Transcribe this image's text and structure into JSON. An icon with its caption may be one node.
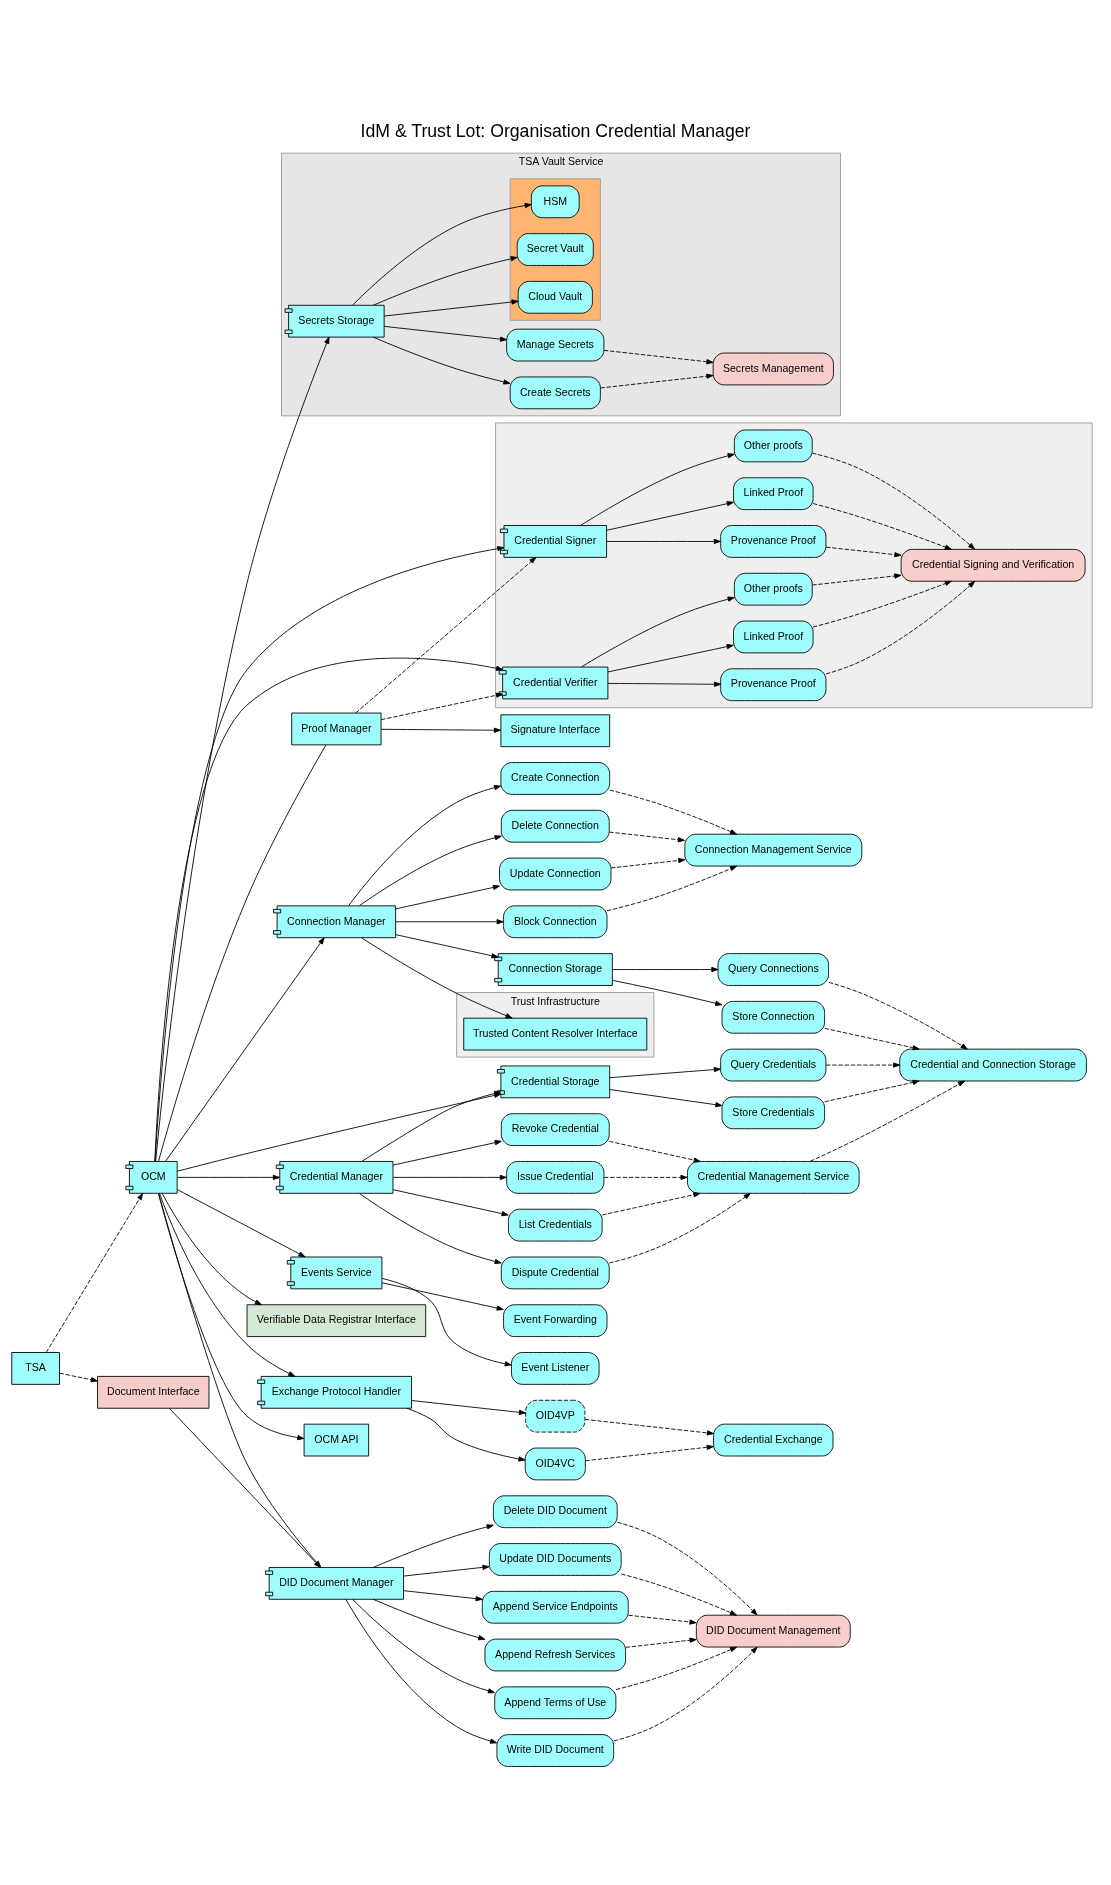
{
  "diagram": {
    "title": "IdM & Trust Lot: Organisation Credential Manager",
    "nodes": [
      {
        "text": [],
        "shape": "box"
      },
      {
        "text": [
          "Credential Signer"
        ],
        "in": 0
      },
      {
        "text": [
          "Provenance Proof"
        ],
        "in": 0
      },
      {
        "text": [
          "Linked Proof"
        ],
        "in": 0
      },
      {
        "text": [
          "Other proofs"
        ],
        "in": 0
      },
      {
        "text": [
          "Credential Verifier"
        ],
        "in": 0
      },
      {
        "text": [
          "Provenance Proof"
        ],
        "in": 0
      },
      {
        "text": [
          "Linked Proof"
        ],
        "in": 0
      },
      {
        "text": [
          "Other proofs"
        ],
        "in": 0
      },
      {
        "text": [
          "Credential Signing and Verification"
        ],
        "in": 0
      },
      {
        "text": [
          "Trust Infrastructure"
        ]
      },
      {
        "text": [
          "Trusted Content Resolver Interface"
        ],
        "in": 10
      },
      {
        "text": [
          "Signature Interface"
        ]
      },
      {
        "text": [
          "Proof Manager"
        ]
      },
      {
        "text": [
          "Connection Manager"
        ]
      },
      {
        "text": [
          "Create Connection"
        ]
      },
      {
        "text": [
          "Delete Connection"
        ]
      },
      {
        "text": [
          "Update Connection"
        ]
      },
      {
        "text": [
          "Block Connection"
        ]
      },
      {
        "text": [
          "Connection Management Service"
        ]
      },
      {
        "text": [
          "Connection Storage"
        ]
      },
      {
        "text": [
          "Store Connection"
        ]
      },
      {
        "text": [
          "Query Connections"
        ]
      },
      {
        "text": [
          "Events Service"
        ]
      },
      {
        "text": [
          "Event Listener"
        ]
      },
      {
        "text": [
          "Event Forwarding"
        ]
      },
      {
        "text": [
          "DID Document Manager"
        ]
      },
      {
        "text": [
          "Append Refresh Services"
        ]
      },
      {
        "text": [
          "Append Terms of Use"
        ]
      },
      {
        "text": [
          "Write DID Document"
        ]
      },
      {
        "text": [
          "Delete DID Document"
        ]
      },
      {
        "text": [
          "Update DID Documents"
        ]
      },
      {
        "text": [
          "Append Service Endpoints"
        ]
      },
      {
        "text": [
          "DID Document Management"
        ]
      },
      {
        "text": [
          "Document Interface"
        ]
      },
      {
        "text": [
          "TSA"
        ]
      },
      {
        "text": [
          "Verifiable Data Registrar Interface"
        ]
      },
      {
        "text": [
          "Exchange Protocol Handler"
        ]
      },
      {
        "text": [
          "OID4VC"
        ]
      },
      {
        "text": [
          "OID4VP"
        ]
      },
      {
        "text": [
          "Credential Exchange"
        ]
      },
      {
        "text": [
          "OCM"
        ]
      },
      {
        "text": [
          "OCM API"
        ]
      },
      {
        "text": [
          "Credential Storage"
        ]
      },
      {
        "text": [
          "Store Credentials"
        ]
      },
      {
        "text": [
          "Query Credentials"
        ]
      },
      {
        "text": [
          "Credential and Connection Storage"
        ]
      },
      {
        "text": [
          "TSA Vault Service"
        ]
      },
      {
        "text": [
          "Secrets Storage"
        ],
        "in": 47
      },
      {
        "text": [
          "Create Secrets"
        ],
        "in": 47
      },
      {
        "text": [
          "Manage Secrets"
        ],
        "in": 47
      },
      {
        "text": [
          "Secrets Management"
        ],
        "in": 47
      },
      {
        "text": [],
        "shape": "box",
        "in": 47
      },
      {
        "text": [
          "HSM"
        ],
        "in": 52
      },
      {
        "text": [
          "Secret Vault"
        ],
        "in": 52
      },
      {
        "text": [
          "Cloud Vault"
        ],
        "in": 52
      },
      {
        "text": [
          "Credential Manager"
        ]
      },
      {
        "text": [
          "Dispute Credential"
        ]
      },
      {
        "text": [
          "Revoke Credential"
        ]
      },
      {
        "text": [
          "Issue Credential"
        ]
      },
      {
        "text": [
          "List Credentials"
        ]
      },
      {
        "text": [
          "Credential Management Service"
        ]
      }
    ],
    "edges": [
      {
        "from": 1,
        "to": 2,
        "arrow": "to"
      },
      {
        "from": 1,
        "to": 3,
        "arrow": "to"
      },
      {
        "from": 1,
        "to": 4,
        "arrow": "to"
      },
      {
        "from": 5,
        "to": 6,
        "arrow": "to"
      },
      {
        "from": 5,
        "to": 7,
        "arrow": "to"
      },
      {
        "from": 5,
        "to": 8,
        "arrow": "to"
      },
      {
        "from": 2,
        "to": 9,
        "arrow": "to",
        "style": "dashed"
      },
      {
        "from": 3,
        "to": 9,
        "arrow": "to",
        "style": "dashed"
      },
      {
        "from": 4,
        "to": 9,
        "arrow": "to",
        "style": "dashed"
      },
      {
        "from": 6,
        "to": 9,
        "arrow": "to",
        "style": "dashed"
      },
      {
        "from": 7,
        "to": 9,
        "arrow": "to",
        "style": "dashed"
      },
      {
        "from": 8,
        "to": 9,
        "arrow": "to",
        "style": "dashed"
      },
      {
        "from": 13,
        "to": 12,
        "arrow": "to"
      },
      {
        "from": 13,
        "to": 1,
        "arrow": "to",
        "style": "dashed"
      },
      {
        "from": 13,
        "to": 5,
        "arrow": "to",
        "style": "dashed"
      },
      {
        "from": 14,
        "to": 11,
        "arrow": "to"
      },
      {
        "from": 14,
        "to": 20,
        "arrow": "to"
      },
      {
        "from": 14,
        "to": 15,
        "arrow": "to"
      },
      {
        "from": 14,
        "to": 16,
        "arrow": "to"
      },
      {
        "from": 14,
        "to": 17,
        "arrow": "to"
      },
      {
        "from": 14,
        "to": 18,
        "arrow": "to"
      },
      {
        "from": 15,
        "to": 19,
        "arrow": "to",
        "style": "dashed"
      },
      {
        "from": 16,
        "to": 19,
        "arrow": "to",
        "style": "dashed"
      },
      {
        "from": 17,
        "to": 19,
        "arrow": "to",
        "style": "dashed"
      },
      {
        "from": 18,
        "to": 19,
        "arrow": "to",
        "style": "dashed"
      },
      {
        "from": 20,
        "to": 21,
        "arrow": "to"
      },
      {
        "from": 20,
        "to": 22,
        "arrow": "to"
      },
      {
        "from": 21,
        "to": 46,
        "arrow": "to",
        "style": "dashed"
      },
      {
        "from": 22,
        "to": 46,
        "arrow": "to",
        "style": "dashed"
      },
      {
        "from": 23,
        "to": 24,
        "arrow": "to"
      },
      {
        "from": 23,
        "to": 25,
        "arrow": "to"
      },
      {
        "from": 26,
        "to": 27,
        "arrow": "to"
      },
      {
        "from": 26,
        "to": 28,
        "arrow": "to"
      },
      {
        "from": 26,
        "to": 29,
        "arrow": "to"
      },
      {
        "from": 26,
        "to": 30,
        "arrow": "to"
      },
      {
        "from": 26,
        "to": 31,
        "arrow": "to"
      },
      {
        "from": 26,
        "to": 32,
        "arrow": "to"
      },
      {
        "from": 27,
        "to": 33,
        "arrow": "to",
        "style": "dashed"
      },
      {
        "from": 28,
        "to": 33,
        "arrow": "to",
        "style": "dashed"
      },
      {
        "from": 29,
        "to": 33,
        "arrow": "to",
        "style": "dashed"
      },
      {
        "from": 30,
        "to": 33,
        "arrow": "to",
        "style": "dashed"
      },
      {
        "from": 31,
        "to": 33,
        "arrow": "to",
        "style": "dashed"
      },
      {
        "from": 32,
        "to": 33,
        "arrow": "to",
        "style": "dashed"
      },
      {
        "from": 34,
        "to": 26,
        "arrow": "to"
      },
      {
        "from": 35,
        "to": 34,
        "arrow": "to",
        "style": "dashed"
      },
      {
        "from": 35,
        "to": 41,
        "arrow": "to",
        "style": "dashed"
      },
      {
        "from": 37,
        "to": 38,
        "arrow": "to"
      },
      {
        "from": 37,
        "to": 39,
        "arrow": "to"
      },
      {
        "from": 38,
        "to": 40,
        "arrow": "to",
        "style": "dashed"
      },
      {
        "from": 39,
        "to": 40,
        "arrow": "to",
        "style": "dashed"
      },
      {
        "from": 41,
        "to": 1,
        "arrow": "to"
      },
      {
        "from": 41,
        "to": 5,
        "arrow": "to"
      },
      {
        "from": 41,
        "to": 13,
        "arrow": "none"
      },
      {
        "from": 41,
        "to": 23,
        "arrow": "to"
      },
      {
        "from": 41,
        "to": 26,
        "arrow": "to"
      },
      {
        "from": 41,
        "to": 14,
        "arrow": "to"
      },
      {
        "from": 41,
        "to": 37,
        "arrow": "to"
      },
      {
        "from": 41,
        "to": 36,
        "arrow": "to"
      },
      {
        "from": 41,
        "to": 42,
        "arrow": "to"
      },
      {
        "from": 41,
        "to": 43,
        "arrow": "to"
      },
      {
        "from": 41,
        "to": 48,
        "arrow": "to"
      },
      {
        "from": 41,
        "to": 56,
        "arrow": "to"
      },
      {
        "from": 43,
        "to": 44,
        "arrow": "to"
      },
      {
        "from": 43,
        "to": 45,
        "arrow": "to"
      },
      {
        "from": 44,
        "to": 46,
        "arrow": "to",
        "style": "dashed"
      },
      {
        "from": 45,
        "to": 46,
        "arrow": "to",
        "style": "dashed"
      },
      {
        "from": 48,
        "to": 49,
        "arrow": "to"
      },
      {
        "from": 48,
        "to": 50,
        "arrow": "to"
      },
      {
        "from": 49,
        "to": 51,
        "arrow": "to",
        "style": "dashed"
      },
      {
        "from": 50,
        "to": 51,
        "arrow": "to",
        "style": "dashed"
      },
      {
        "from": 48,
        "to": 53,
        "arrow": "to"
      },
      {
        "from": 48,
        "to": 54,
        "arrow": "to"
      },
      {
        "from": 48,
        "to": 55,
        "arrow": "to"
      },
      {
        "from": 56,
        "to": 43,
        "arrow": "to"
      },
      {
        "from": 56,
        "to": 57,
        "arrow": "to"
      },
      {
        "from": 56,
        "to": 58,
        "arrow": "to"
      },
      {
        "from": 56,
        "to": 59,
        "arrow": "to"
      },
      {
        "from": 56,
        "to": 60,
        "arrow": "to"
      },
      {
        "from": 57,
        "to": 61,
        "arrow": "to",
        "style": "dashed"
      },
      {
        "from": 58,
        "to": 61,
        "arrow": "to",
        "style": "dashed"
      },
      {
        "from": 59,
        "to": 61,
        "arrow": "to",
        "style": "dashed"
      },
      {
        "from": 60,
        "to": 61,
        "arrow": "to",
        "style": "dashed"
      },
      {
        "from": 61,
        "to": 46,
        "arrow": "to",
        "style": "dashed"
      }
    ]
  }
}
